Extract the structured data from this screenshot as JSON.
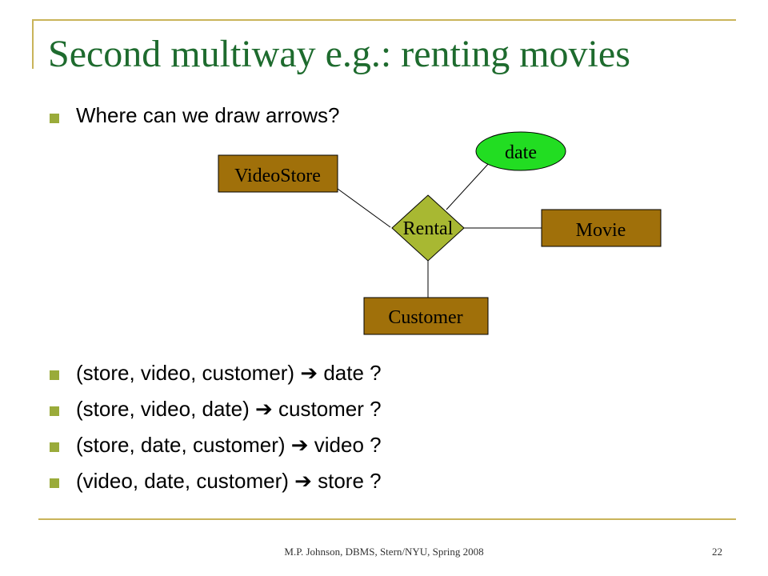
{
  "slide": {
    "title": "Second multiway e.g.: renting movies",
    "intro": "Where can we draw arrows?",
    "bullets": [
      "(store, video, customer) ➔ date ?",
      "(store, video, date) ➔ customer ?",
      "(store, date, customer) ➔ video ?",
      "(video, date, customer) ➔ store ?"
    ],
    "footer": "M.P. Johnson, DBMS, Stern/NYU, Spring 2008",
    "page_number": "22"
  },
  "diagram": {
    "entities": {
      "videostore": "VideoStore",
      "movie": "Movie",
      "customer": "Customer"
    },
    "relationship": "Rental",
    "attribute": "date"
  },
  "colors": {
    "title": "#1e6b2e",
    "entity_fill": "#a0700a",
    "relationship_fill": "#a8b832",
    "attribute_fill": "#22dd22",
    "bullet": "#9aab3a",
    "frame": "#c9b45a"
  }
}
